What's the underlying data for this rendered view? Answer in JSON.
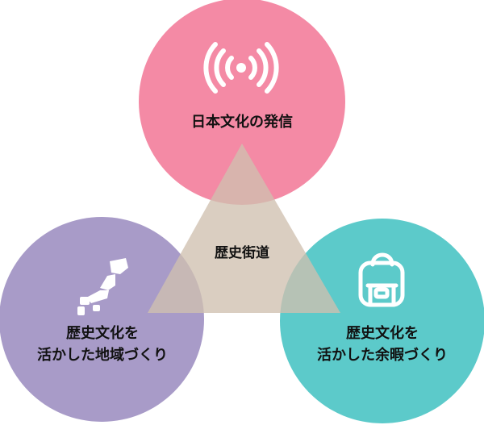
{
  "center": {
    "label": "歴史街道"
  },
  "circles": [
    {
      "id": "top",
      "lines": [
        "日本文化の発信"
      ],
      "icon": "broadcast-icon",
      "color": "#f48aa5"
    },
    {
      "id": "left",
      "lines": [
        "歴史文化を",
        "活かした地域づくり"
      ],
      "icon": "japan-map-icon",
      "color": "#a89bc8"
    },
    {
      "id": "right",
      "lines": [
        "歴史文化を",
        "活かした余暇づくり"
      ],
      "icon": "backpack-icon",
      "color": "#5ccaca"
    }
  ],
  "colors": {
    "triangle": "#cfc0b0",
    "icon": "#ffffff"
  }
}
